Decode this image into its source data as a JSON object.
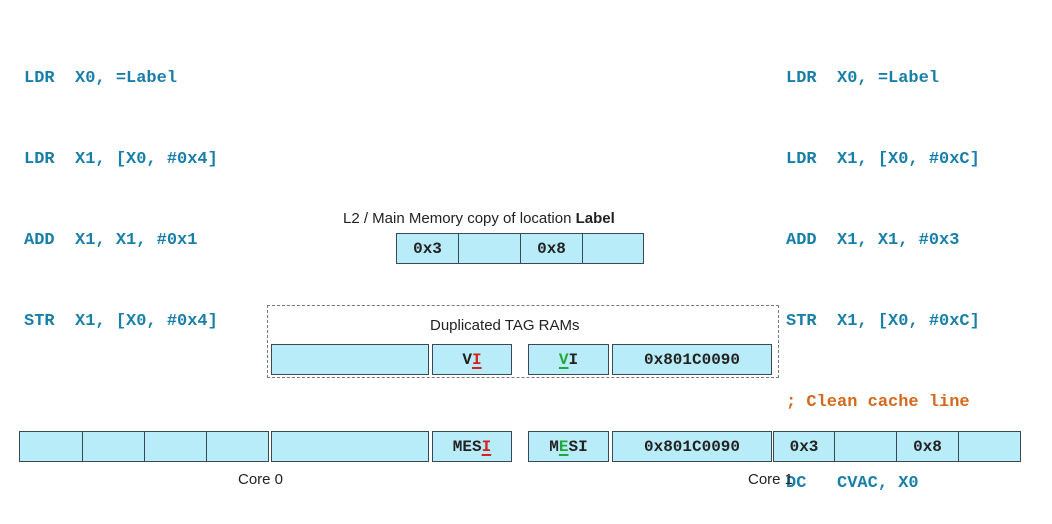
{
  "code_left": [
    "LDR  X0, =Label",
    "LDR  X1, [X0, #0x4]",
    "ADD  X1, X1, #0x1",
    "STR  X1, [X0, #0x4]"
  ],
  "code_right": [
    "LDR  X0, =Label",
    "LDR  X1, [X0, #0xC]",
    "ADD  X1, X1, #0x3",
    "STR  X1, [X0, #0xC]"
  ],
  "code_right_comment": "; Clean cache line",
  "code_right_last": "DC   CVAC, X0",
  "memory": {
    "caption_prefix": "L2 / Main Memory copy of location ",
    "caption_bold": "Label",
    "cells": [
      "0x3",
      "",
      "0x8",
      ""
    ]
  },
  "tag_rams": {
    "title": "Duplicated TAG RAMs",
    "core0_state": {
      "first": "V",
      "second": "I"
    },
    "core1_state": {
      "first": "V",
      "second": "I"
    },
    "core1_tag": "0x801C0090"
  },
  "core0": {
    "label": "Core 0",
    "state_prefix": "MES",
    "state_marked": "I"
  },
  "core1": {
    "label": "Core 1",
    "state_m": "M",
    "state_marked": "E",
    "state_suffix": "SI",
    "tag": "0x801C0090",
    "data": [
      "0x3",
      "",
      "0x8",
      ""
    ]
  },
  "colors": {
    "code": "#1a7fa8",
    "comment": "#d2691e",
    "cell": "#b8ecf8",
    "invalid_mark": "#d42020",
    "valid_mark": "#22a83a"
  }
}
